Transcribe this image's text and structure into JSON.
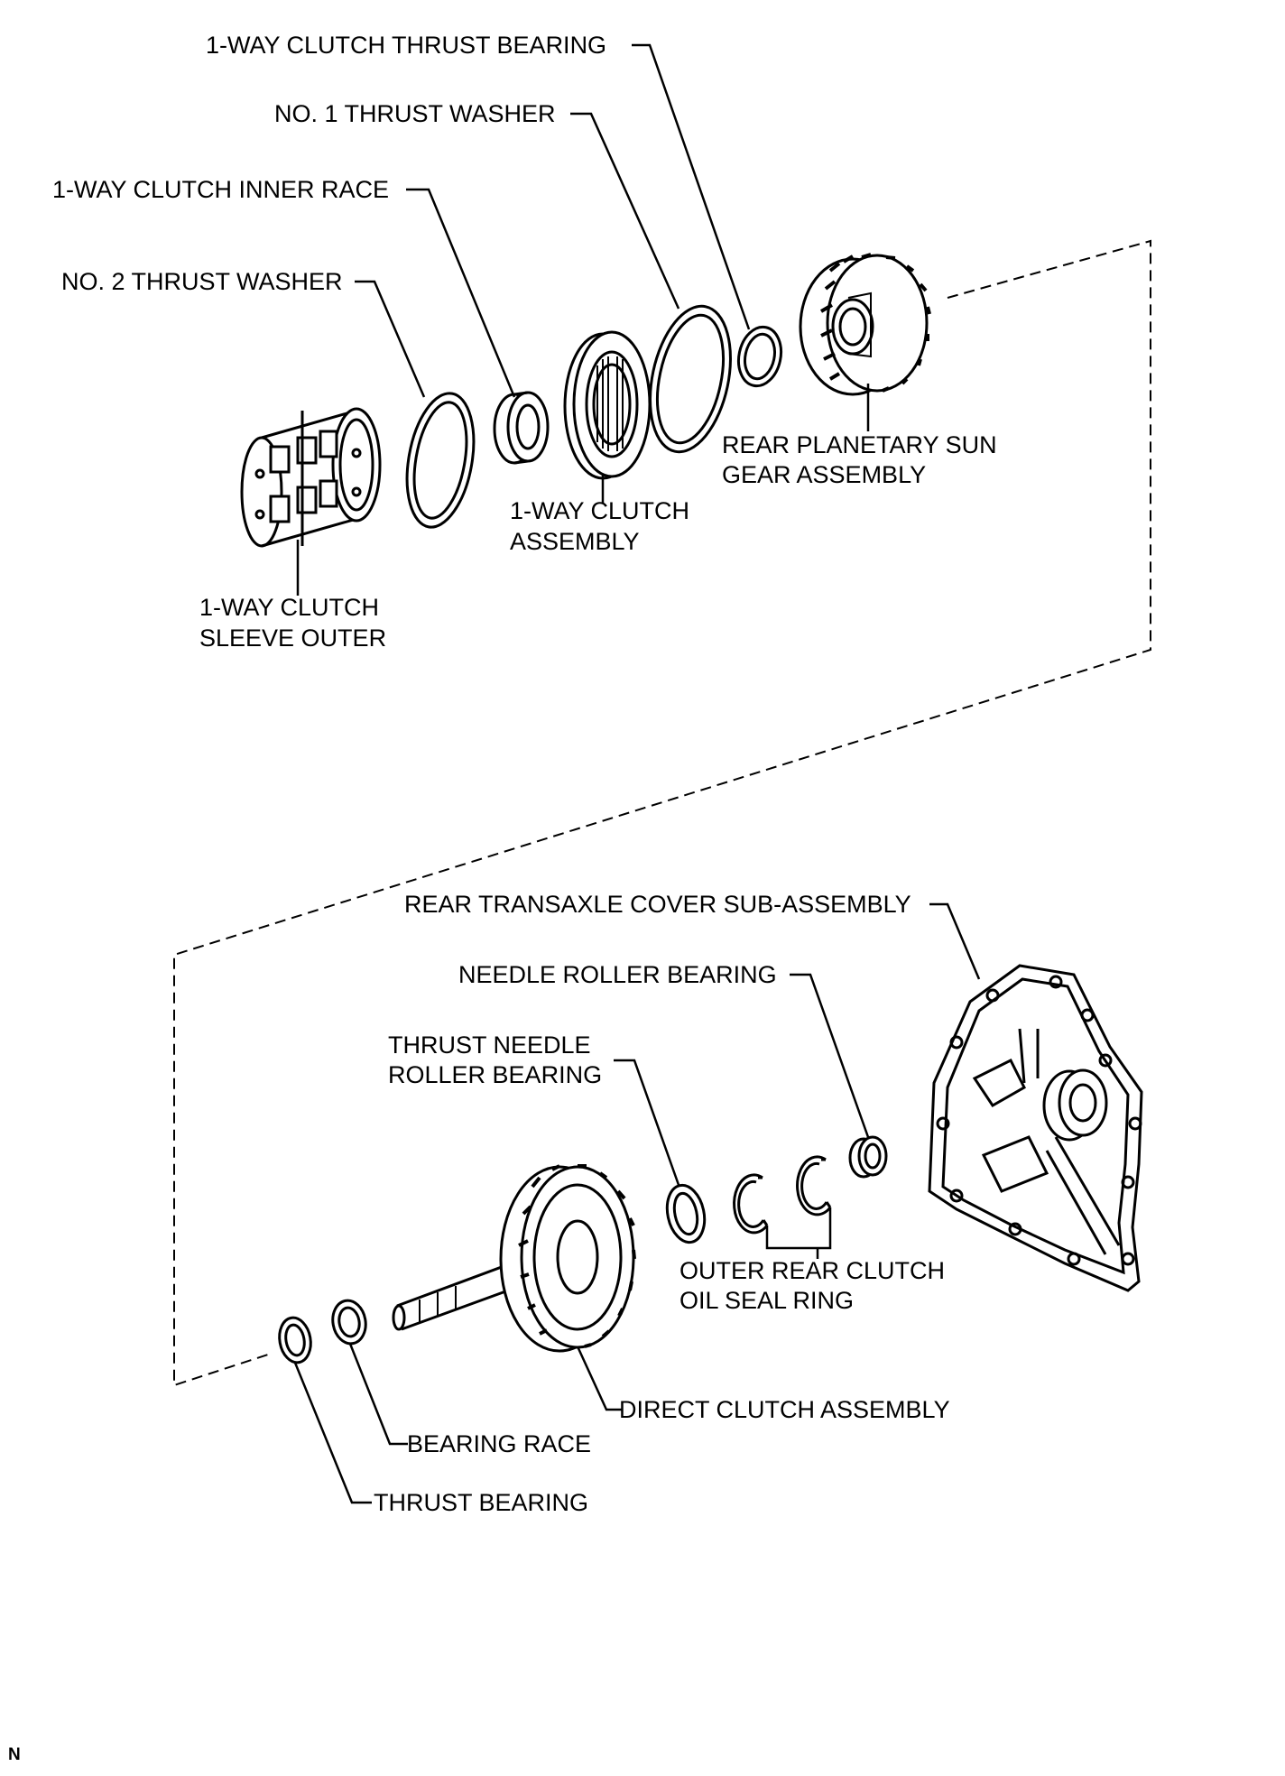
{
  "labels": {
    "one_way_clutch_thrust_bearing": "1-WAY CLUTCH THRUST BEARING",
    "no1_thrust_washer": "NO. 1 THRUST WASHER",
    "one_way_clutch_inner_race": "1-WAY CLUTCH INNER RACE",
    "no2_thrust_washer": "NO. 2 THRUST WASHER",
    "rear_planetary_sun_gear": [
      "REAR PLANETARY SUN",
      "GEAR ASSEMBLY"
    ],
    "one_way_clutch_assembly": [
      "1-WAY CLUTCH",
      "ASSEMBLY"
    ],
    "one_way_clutch_sleeve_outer": [
      "1-WAY CLUTCH",
      "SLEEVE OUTER"
    ],
    "rear_transaxle_cover": "REAR TRANSAXLE COVER SUB-ASSEMBLY",
    "needle_roller_bearing": "NEEDLE ROLLER BEARING",
    "thrust_needle_roller_bearing": [
      "THRUST NEEDLE",
      "ROLLER BEARING"
    ],
    "outer_rear_clutch_oil_seal_ring": [
      "OUTER REAR CLUTCH",
      "OIL SEAL RING"
    ],
    "direct_clutch_assembly": "DIRECT CLUTCH ASSEMBLY",
    "bearing_race": "BEARING RACE",
    "thrust_bearing": "THRUST BEARING"
  },
  "page_code": "N"
}
